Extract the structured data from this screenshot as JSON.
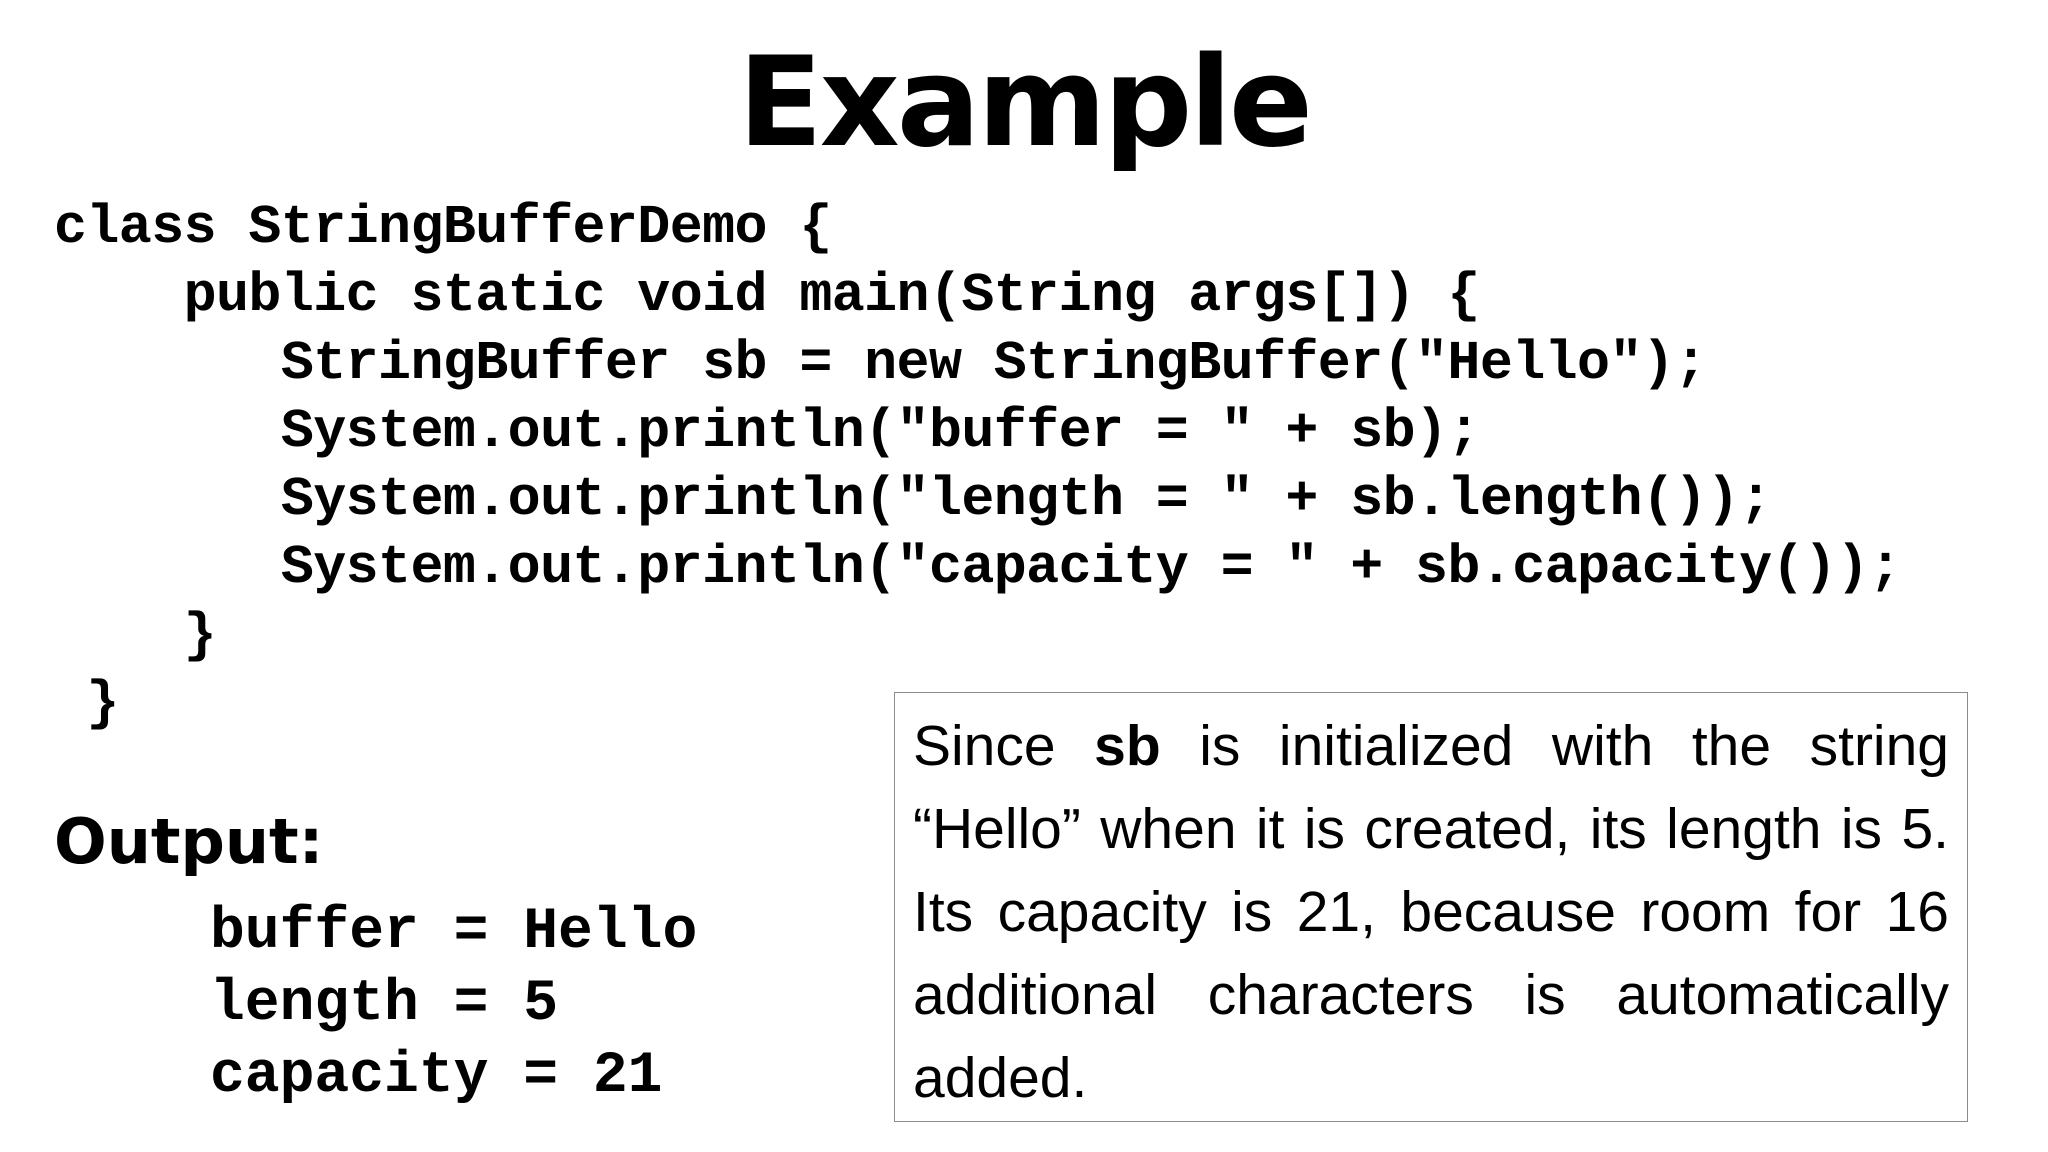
{
  "slide": {
    "title": "Example"
  },
  "code": {
    "lines": [
      "class StringBufferDemo {",
      "    public static void main(String args[]) {",
      "       StringBuffer sb = new StringBuffer(\"Hello\");",
      "       System.out.println(\"buffer = \" + sb);",
      "       System.out.println(\"length = \" + sb.length());",
      "       System.out.println(\"capacity = \" + sb.capacity());",
      "    }",
      " }"
    ]
  },
  "output": {
    "label": "Output:",
    "lines": [
      "buffer = Hello",
      "length = 5",
      "capacity = 21"
    ]
  },
  "note": {
    "text_before": "Since ",
    "bold_word": "sb",
    "text_after": " is initialized with the string “Hello” when it is created, its length is 5. Its capacity is 21, because room for 16 additional characters is automatically added."
  }
}
